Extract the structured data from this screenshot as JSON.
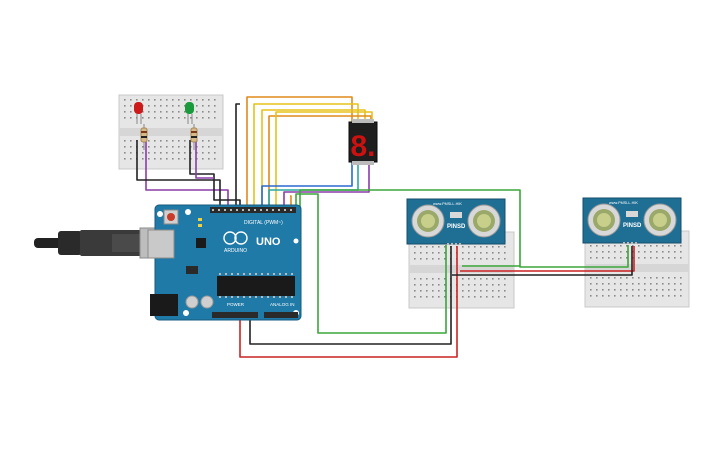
{
  "arduino": {
    "brand": "ARDUINO",
    "model": "UNO",
    "digital_header_label": "DIGITAL (PWM~)",
    "power_header_label": "POWER",
    "analog_header_label": "ANALOG IN",
    "board_color": "#1f7aa8",
    "header_color": "#2a2a2a"
  },
  "sensors": [
    {
      "site": "www.PMSLL.HIK",
      "pins": "PINSD",
      "board_color": "#1f6f95"
    },
    {
      "site": "www.PMSLL.HIK",
      "pins": "PINSD",
      "board_color": "#1f6f95"
    }
  ],
  "seven_segment": {
    "digit": "8.",
    "color": "#cc1111"
  },
  "leds": [
    {
      "color": "#cc1a1a"
    },
    {
      "color": "#1a9a3a"
    }
  ],
  "wire_colors": {
    "ground": "#222222",
    "power": "#cc2222",
    "signal_green": "#3aa63a",
    "orange": "#e08a1a",
    "yellow": "#e6c21a",
    "purple": "#8a3ca8",
    "blue": "#2a6ad0",
    "teal": "#2aa8a0"
  }
}
